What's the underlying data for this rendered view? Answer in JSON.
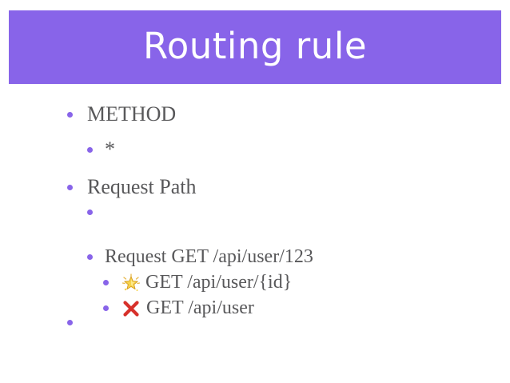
{
  "slide": {
    "title": "Routing rule",
    "accent_color": "#8864e9",
    "items": [
      {
        "text": "METHOD"
      },
      {
        "text": "*"
      },
      {
        "text": "Request Path"
      },
      {
        "text": ""
      },
      {
        "text": "Request GET /api/user/123"
      },
      {
        "icon": "sparkle-star-icon",
        "text": "GET /api/user/{id}"
      },
      {
        "icon": "red-cross-mark-icon",
        "text": "GET /api/user"
      },
      {
        "text": ""
      }
    ]
  }
}
